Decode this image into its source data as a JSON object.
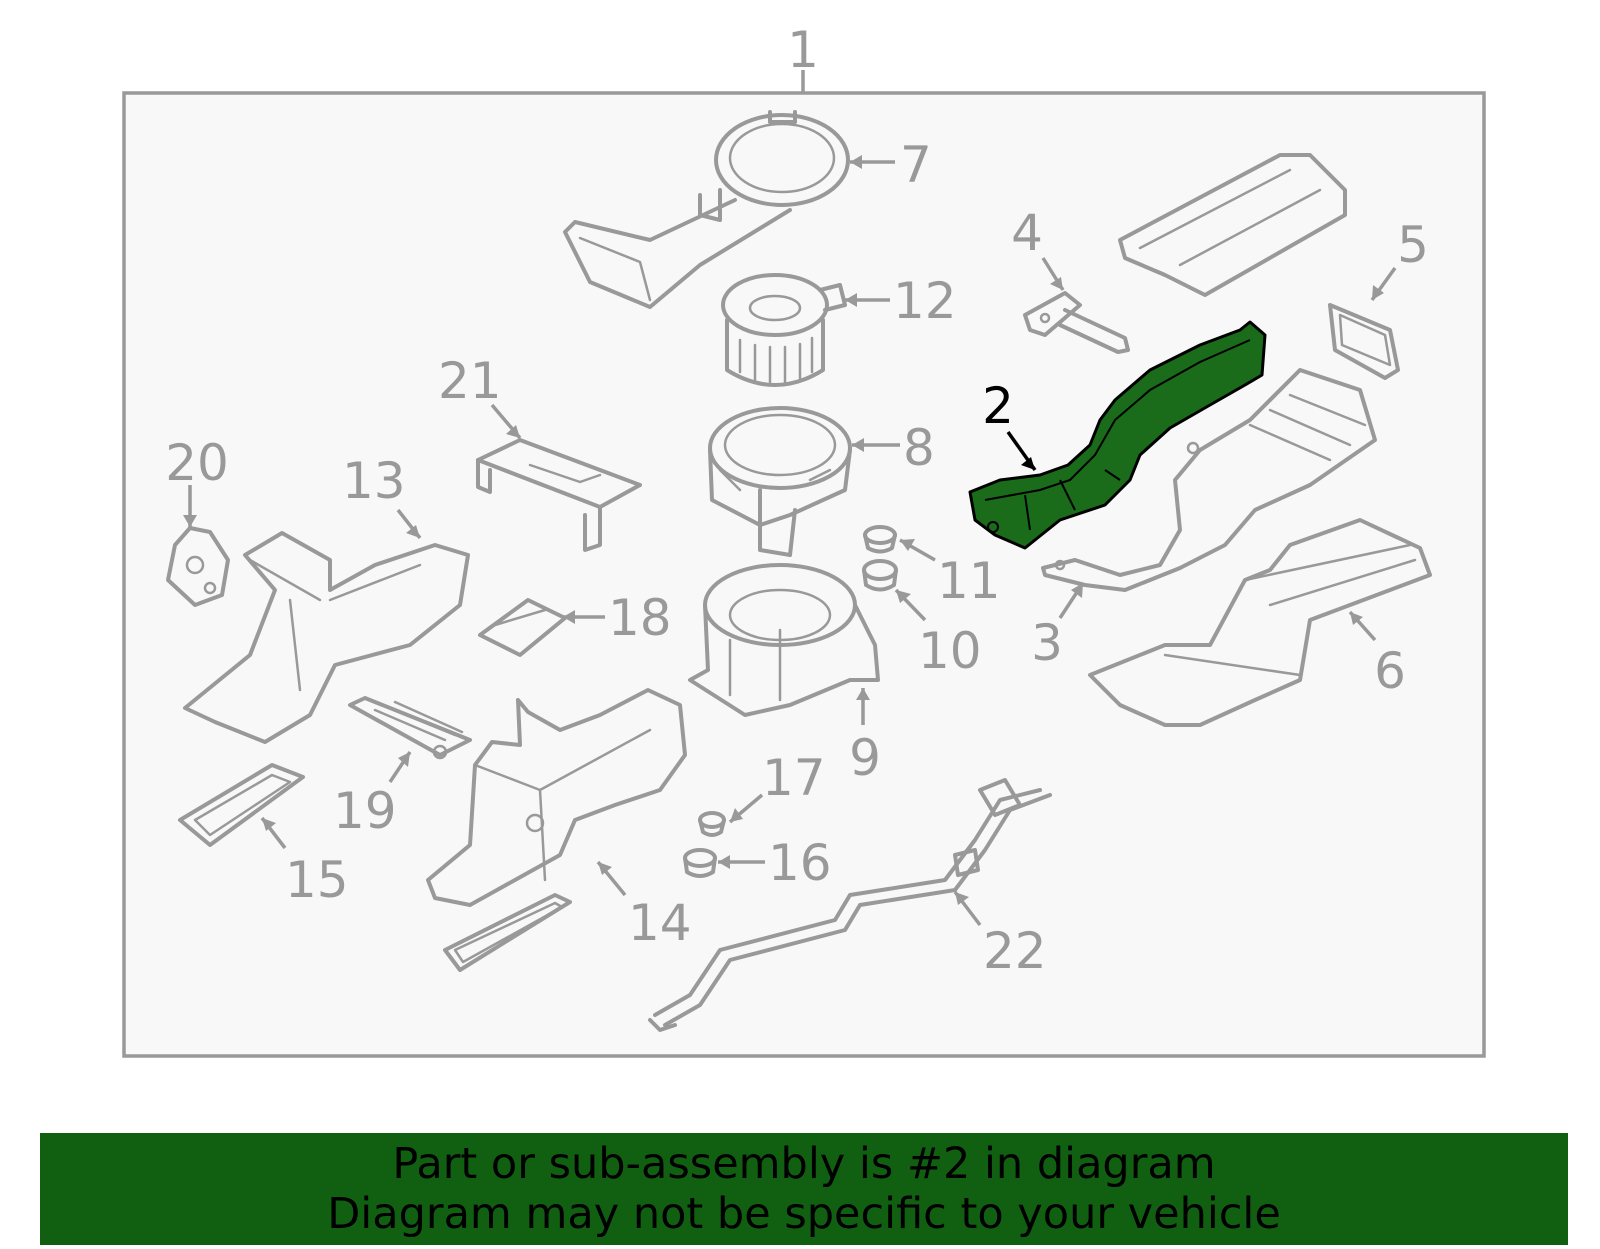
{
  "callouts": {
    "c1": "1",
    "c2": "2",
    "c3": "3",
    "c4": "4",
    "c5": "5",
    "c6": "6",
    "c7": "7",
    "c8": "8",
    "c9": "9",
    "c10": "10",
    "c11": "11",
    "c12": "12",
    "c13": "13",
    "c14": "14",
    "c15": "15",
    "c16": "16",
    "c17": "17",
    "c18": "18",
    "c19": "19",
    "c20": "20",
    "c21": "21",
    "c22": "22"
  },
  "highlight": {
    "part_number": "2",
    "color": "#1a6b1a"
  },
  "footer": {
    "line1": "Part or sub-assembly is #2 in diagram",
    "line2": "Diagram may not be specific to your vehicle"
  },
  "colors": {
    "part_outline": "#999999",
    "frame_bg": "#f8f8f8",
    "footer_bg": "#116011"
  }
}
